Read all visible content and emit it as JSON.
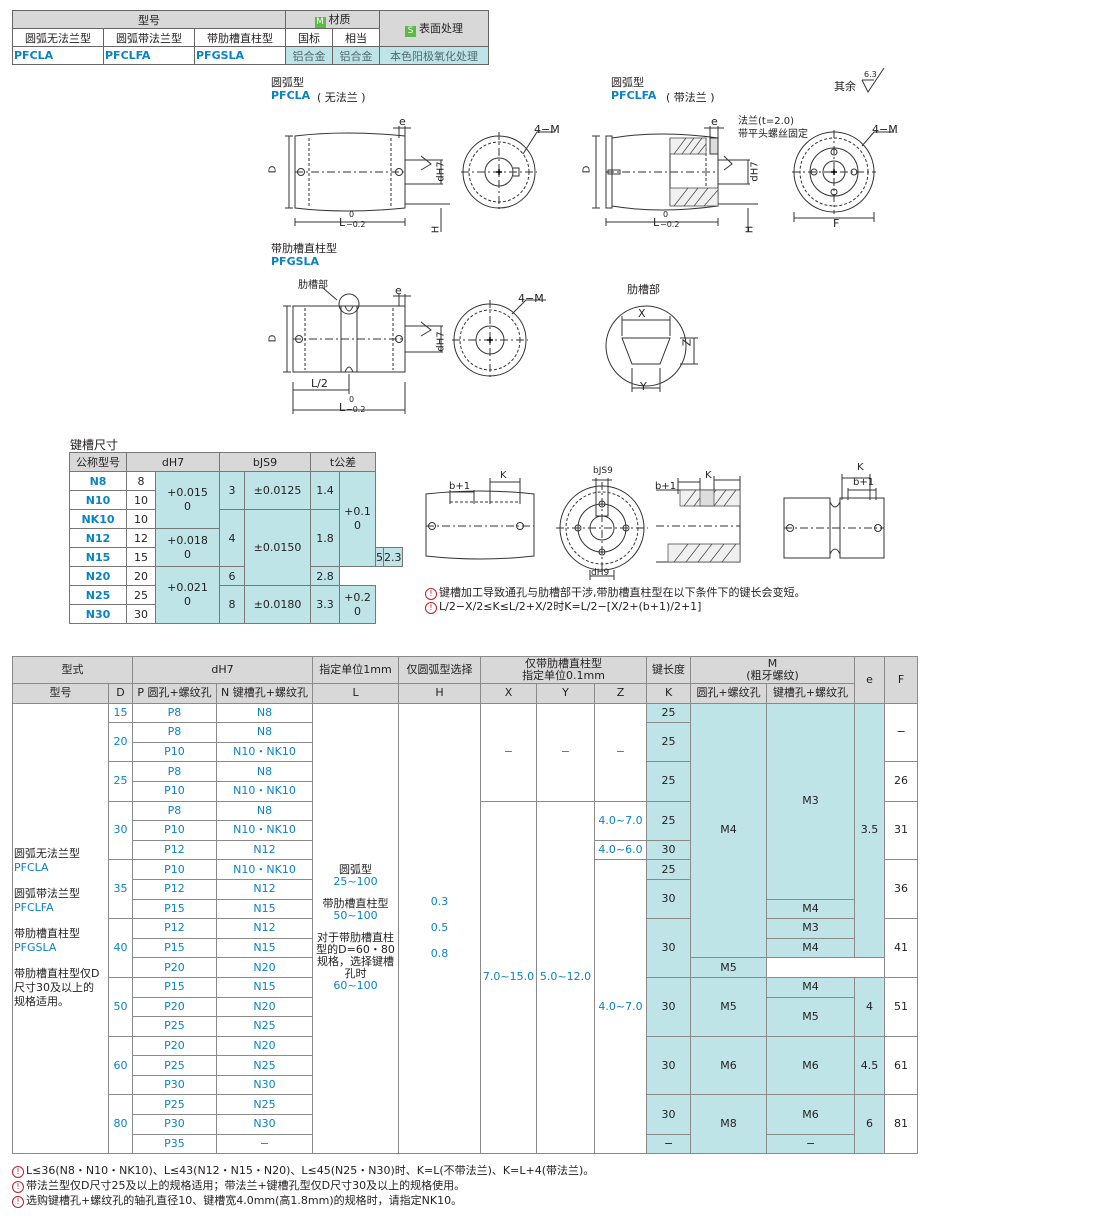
{
  "header": {
    "model_title": "型号",
    "material_tag": "M",
    "material_title": "材质",
    "surface_tag": "S",
    "surface_title": "表面处理",
    "types": [
      "圆弧无法兰型",
      "圆弧带法兰型",
      "带肋槽直柱型"
    ],
    "codes": [
      "PFCLA",
      "PFCLFA",
      "PFGSLA"
    ],
    "mat_std": "国标",
    "mat_eq": "相当",
    "mat_std_val": "铝合金",
    "mat_eq_val": "铝合金",
    "surface_val": "本色阳极氧化处理"
  },
  "drawings": {
    "a_title": "圆弧型",
    "a_code": "PFCLA",
    "a_sub": "( 无法兰 )",
    "b_title": "圆弧型",
    "b_code": "PFCLFA",
    "b_sub": "( 带法兰 )",
    "c_title": "带肋槽直柱型",
    "c_code": "PFGSLA",
    "rib_title": "肋槽部",
    "rib_label": "肋槽部",
    "rest": "其余",
    "roughness": "6.3",
    "flange_note1": "法兰(t=2.0)",
    "flange_note2": "带平头螺丝固定",
    "lbl_4m": "4−M",
    "lbl_e": "e",
    "lbl_D": "D",
    "lbl_H": "H",
    "lbl_F": "F",
    "lbl_dh7": "dH7",
    "lbl_L": "L",
    "lbl_tol_up": "0",
    "lbl_tol_lo": "−0.2",
    "lbl_L2": "L/2",
    "lbl_X": "X",
    "lbl_Y": "Y",
    "lbl_Z": "Z",
    "lbl_b1": "b+1",
    "lbl_K": "K",
    "lbl_bjs9": "bJS9",
    "lbl_dh9": "dH9"
  },
  "keyway": {
    "title": "键槽尺寸",
    "headers": [
      "公称型号",
      "dH7",
      "bJS9",
      "t公差"
    ],
    "rows": [
      {
        "code": "N8",
        "d": "8"
      },
      {
        "code": "N10",
        "d": "10"
      },
      {
        "code": "NK10",
        "d": "10"
      },
      {
        "code": "N12",
        "d": "12"
      },
      {
        "code": "N15",
        "d": "15"
      },
      {
        "code": "N20",
        "d": "20"
      },
      {
        "code": "N25",
        "d": "25"
      },
      {
        "code": "N30",
        "d": "30"
      }
    ],
    "d_tol": [
      "+0.015\n0",
      "+0.018\n0",
      "+0.021\n0"
    ],
    "b_vals": [
      "3",
      "4",
      "5",
      "6",
      "8"
    ],
    "b_tol": [
      "±0.0125",
      "±0.0150",
      "±0.0180"
    ],
    "t_vals": [
      "1.4",
      "1.8",
      "2.3",
      "2.8",
      "3.3"
    ],
    "t_tol": [
      "+0.1\n0",
      "+0.2\n0"
    ],
    "note1": "键槽加工导致通孔与肋槽部干涉,带肋槽直柱型在以下条件下的键长会变短。",
    "note2": "L/2−X/2≤K≤L/2+X/2时K=L/2−[X/2+(b+1)/2+1]"
  },
  "spec": {
    "h_type": "型式",
    "h_dh7": "dH7",
    "h_L_unit": "指定单位1mm",
    "h_H_only": "仅圆弧型选择",
    "h_rib_only": "仅带肋槽直柱型",
    "h_rib_unit": "指定单位0.1mm",
    "h_key": "键长度",
    "h_M": "M",
    "h_M_sub": "(粗牙螺纹)",
    "h_e": "e",
    "h_F": "F",
    "c_model": "型号",
    "c_D": "D",
    "c_P": "P 圆孔+螺纹孔",
    "c_N": "N 键槽孔+螺纹孔",
    "c_L": "L",
    "c_H": "H",
    "c_X": "X",
    "c_Y": "Y",
    "c_Z": "Z",
    "c_K": "K",
    "c_M1": "圆孔+螺纹孔",
    "c_M2": "键槽孔+螺纹孔",
    "model_lines": [
      "圆弧无法兰型",
      "PFCLA",
      "",
      "圆弧带法兰型",
      "PFCLFA",
      "",
      "带肋槽直柱型",
      "PFGSLA",
      "",
      "带肋槽直柱型仅D",
      "尺寸30及以上的",
      "规格适用。"
    ],
    "L_lines": [
      "圆弧型",
      "25~100",
      "",
      "带肋槽直柱型",
      "50~100",
      "",
      "对于带肋槽直柱",
      "型的D=60・80",
      "规格，选择键槽",
      "孔时",
      "60~100"
    ],
    "H_lines": [
      "0.3",
      "",
      "0.5",
      "",
      "0.8"
    ],
    "D": [
      "15",
      "20",
      "25",
      "30",
      "35",
      "40",
      "50",
      "60",
      "80"
    ],
    "P": [
      "P8",
      "P8",
      "P10",
      "P8",
      "P10",
      "P8",
      "P10",
      "P12",
      "P10",
      "P12",
      "P15",
      "P12",
      "P15",
      "P20",
      "P15",
      "P20",
      "P25",
      "P20",
      "P25",
      "P30",
      "P25",
      "P30",
      "P35"
    ],
    "N": [
      "N8",
      "N8",
      "N10・NK10",
      "N8",
      "N10・NK10",
      "N8",
      "N10・NK10",
      "N12",
      "N10・NK10",
      "N12",
      "N15",
      "N12",
      "N15",
      "N20",
      "N15",
      "N20",
      "N25",
      "N20",
      "N25",
      "N30",
      "N25",
      "N30",
      "−"
    ],
    "dash": "−",
    "X_val": "7.0~15.0",
    "Y_val": "5.0~12.0",
    "Z": [
      "4.0~7.0",
      "4.0~6.0",
      "4.0~7.0"
    ],
    "K": [
      "25",
      "25",
      "25",
      "25",
      "30",
      "25",
      "30",
      "30",
      "30",
      "30",
      "30",
      "−"
    ],
    "M1": [
      "M4",
      "M5",
      "M6",
      "M8"
    ],
    "M2": [
      "M3",
      "M4",
      "M3",
      "M4",
      "M5",
      "M4",
      "M5",
      "M6",
      "M6",
      "−"
    ],
    "e": [
      "3.5",
      "4",
      "4.5",
      "6"
    ],
    "F": [
      "−",
      "26",
      "31",
      "36",
      "41",
      "51",
      "61",
      "81"
    ]
  },
  "notes": [
    "L≤36(N8・N10・NK10)、L≤43(N12・N15・N20)、L≤45(N25・N30)时、K=L(不带法兰)、K=L+4(带法兰)。",
    "带法兰型仅D尺寸25及以上的规格适用；带法兰+键槽孔型仅D尺寸30及以上的规格使用。",
    "选购键槽孔+螺纹孔的轴孔直径10、键槽宽4.0mm(高1.8mm)的规格时，请指定NK10。"
  ],
  "colors": {
    "accent_blue": "#0a83c2",
    "teal": "#bfe4e8",
    "gray": "#d8d8d8",
    "green": "#5fb946"
  }
}
